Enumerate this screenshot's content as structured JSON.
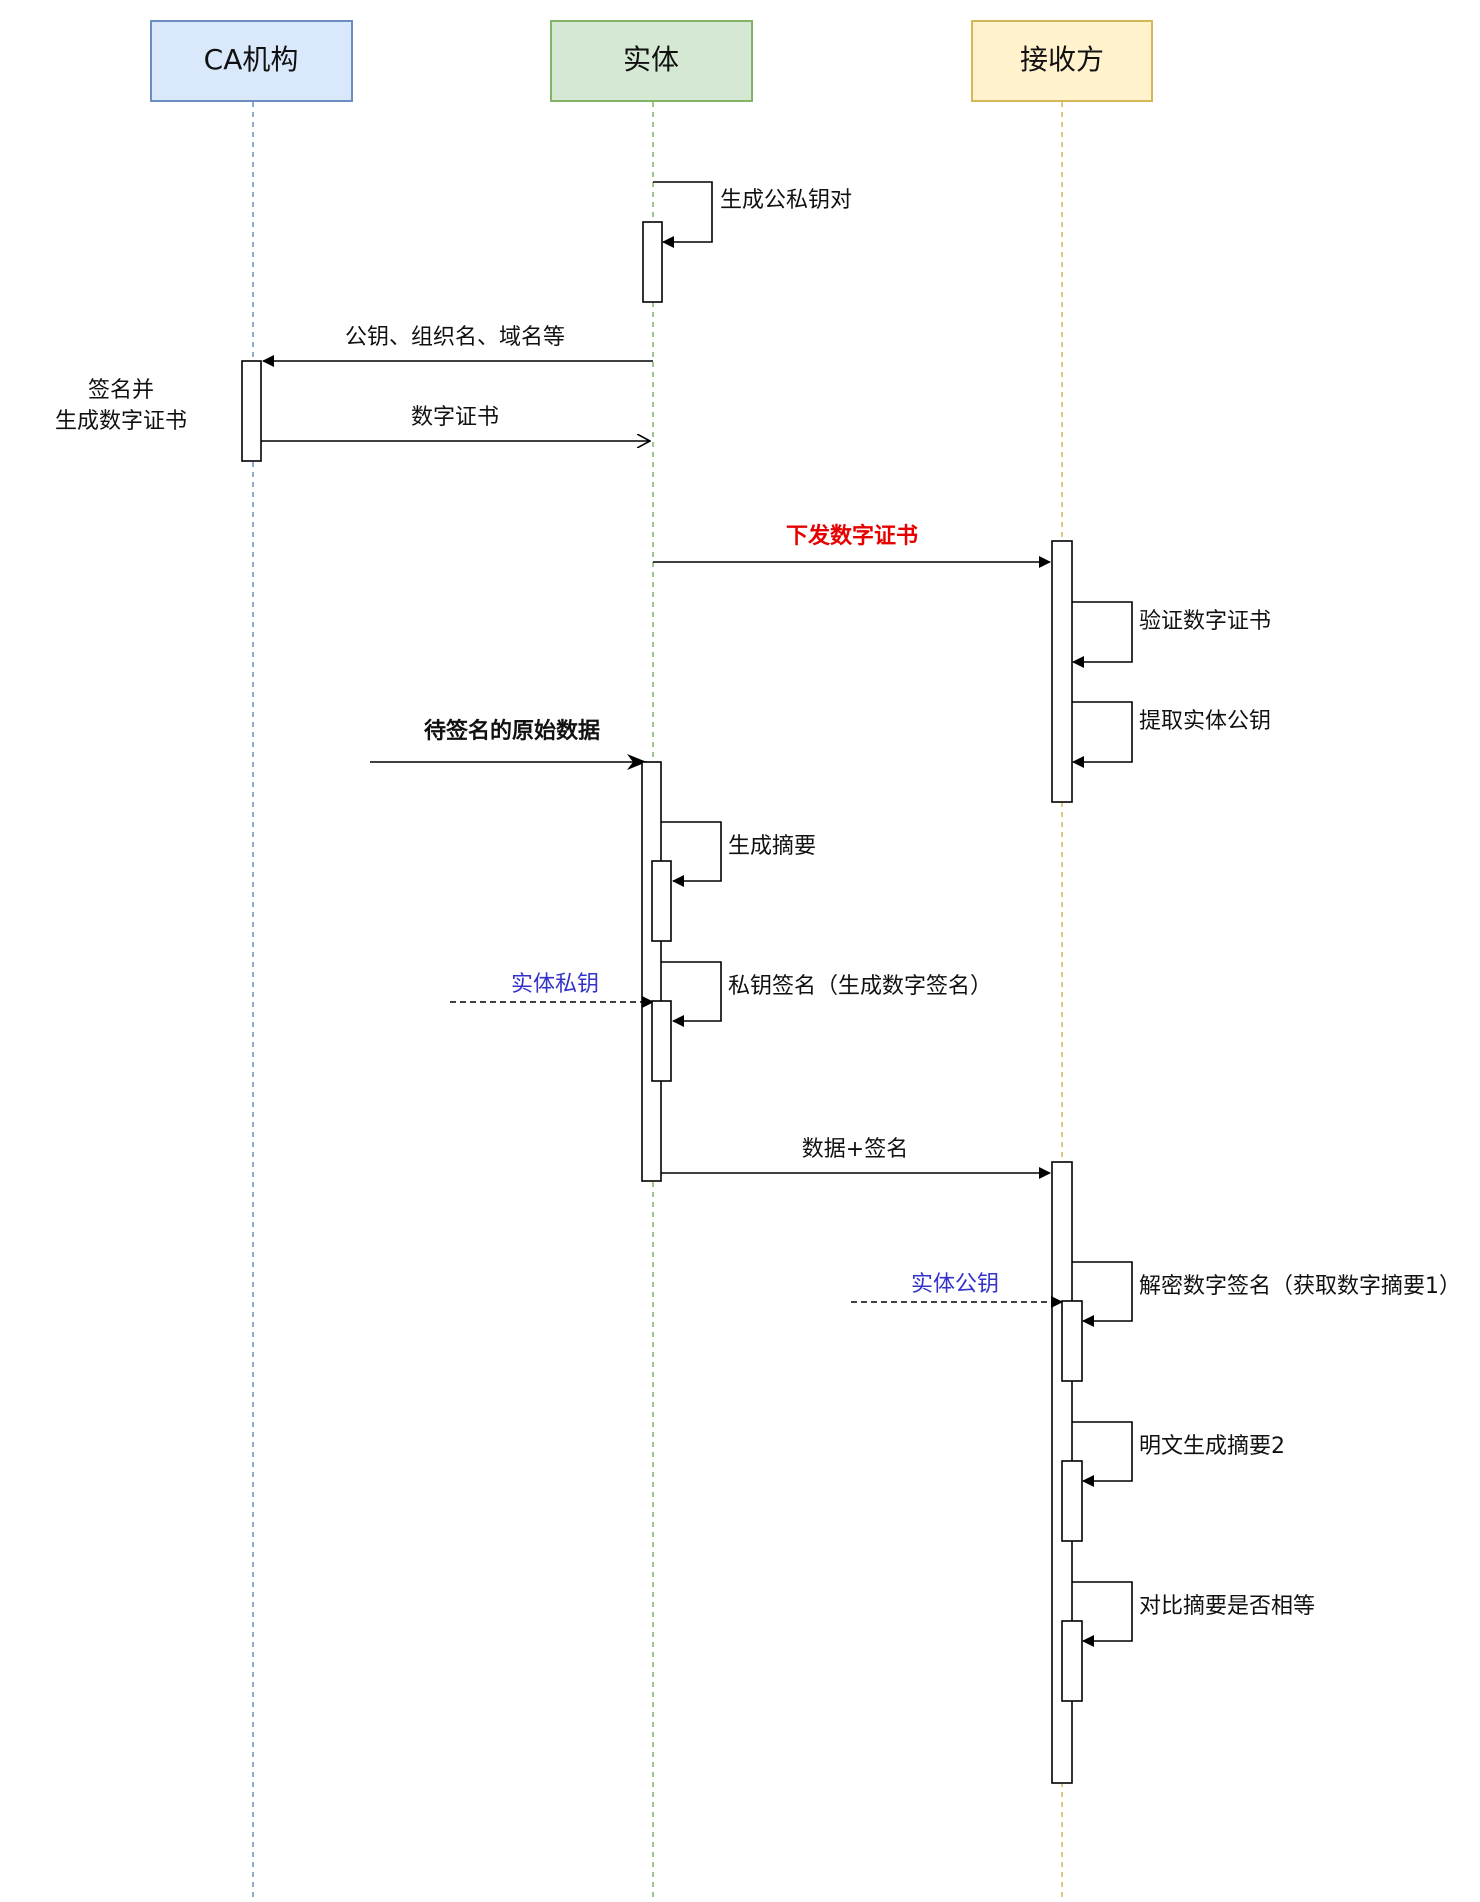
{
  "participants": {
    "ca": {
      "label": "CA机构",
      "fill": "#dae8fc",
      "stroke": "#6c8ebf"
    },
    "entity": {
      "label": "实体",
      "fill": "#d5e8d4",
      "stroke": "#82b366"
    },
    "receiver": {
      "label": "接收方",
      "fill": "#fff2cc",
      "stroke": "#d6b656"
    }
  },
  "messages": {
    "gen_keypair": "生成公私钥对",
    "send_pubkey_info": "公钥、组织名、域名等",
    "ca_note_line1": "签名并",
    "ca_note_line2": "生成数字证书",
    "return_cert": "数字证书",
    "issue_cert": "下发数字证书",
    "verify_cert": "验证数字证书",
    "extract_pubkey": "提取实体公钥",
    "raw_data": "待签名的原始数据",
    "gen_digest": "生成摘要",
    "private_key": "实体私钥",
    "private_sign": "私钥签名（生成数字签名）",
    "data_plus_sig": "数据+签名",
    "public_key": "实体公钥",
    "decrypt_sig": "解密数字签名（获取数字摘要1）",
    "plain_digest": "明文生成摘要2",
    "compare_digest": "对比摘要是否相等"
  },
  "colors": {
    "highlight": "#e60000",
    "key_label": "#3333cc"
  }
}
